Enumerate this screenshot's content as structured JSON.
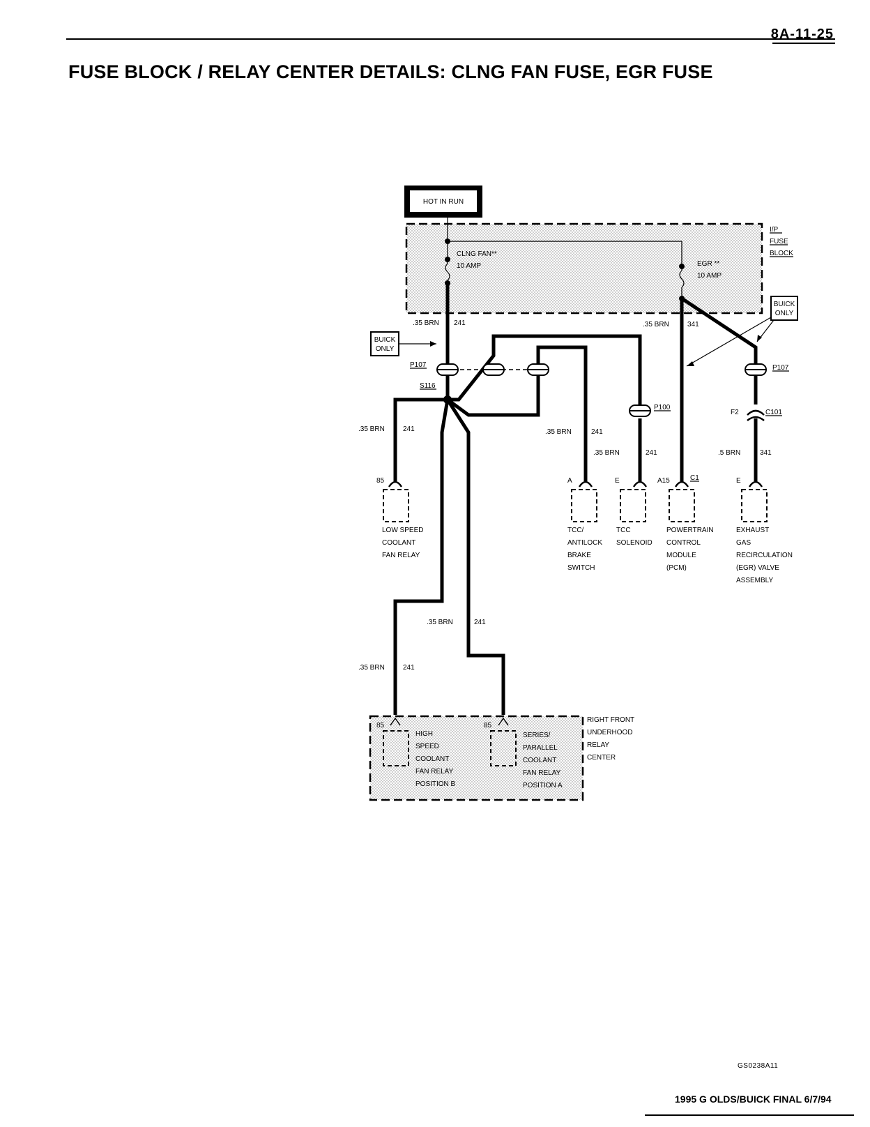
{
  "header": {
    "page_number": "8A-11-25",
    "title": "FUSE BLOCK / RELAY CENTER DETAILS:  CLNG FAN FUSE, EGR FUSE"
  },
  "diagram": {
    "power_box": "HOT IN RUN",
    "fuse_block_label": [
      "I/P",
      "FUSE",
      "BLOCK"
    ],
    "fuses": [
      {
        "name": "CLNG FAN**",
        "rating": "10 AMP"
      },
      {
        "name": "EGR **",
        "rating": "10 AMP"
      }
    ],
    "buick_only_left": [
      "BUICK",
      "ONLY"
    ],
    "buick_only_right": [
      "BUICK",
      "ONLY"
    ],
    "wires": {
      "w241": ".35 BRN",
      "c241": "241",
      "w341": ".35 BRN",
      "c341": "341",
      "w341b": ".5 BRN",
      "c341b": "341"
    },
    "connectors": {
      "p107": "P107",
      "p107_right": "P107",
      "s116": "S116",
      "p100": "P100",
      "c101": "C101",
      "f2": "F2",
      "c1": "C1"
    },
    "pins": {
      "low_speed": "85",
      "tcc_antilock": "A",
      "tcc_solenoid": "E",
      "pcm": "A15",
      "egr": "E",
      "high_speed": "85",
      "series_parallel": "85"
    },
    "components": {
      "low_speed": [
        "LOW SPEED",
        "COOLANT",
        "FAN RELAY"
      ],
      "tcc_antilock": [
        "TCC/",
        "ANTILOCK",
        "BRAKE",
        "SWITCH"
      ],
      "tcc_solenoid": [
        "TCC",
        "SOLENOID"
      ],
      "pcm": [
        "POWERTRAIN",
        "CONTROL",
        "MODULE",
        "(PCM)"
      ],
      "egr": [
        "EXHAUST",
        "GAS",
        "RECIRCULATION",
        "(EGR) VALVE",
        "ASSEMBLY"
      ],
      "high_speed": [
        "HIGH",
        "SPEED",
        "COOLANT",
        "FAN RELAY",
        "POSITION B"
      ],
      "series_parallel": [
        "SERIES/",
        "PARALLEL",
        "COOLANT",
        "FAN RELAY",
        "POSITION A"
      ]
    },
    "relay_center_label": [
      "RIGHT FRONT",
      "UNDERHOOD",
      "RELAY",
      "CENTER"
    ]
  },
  "footer": {
    "figure_code": "GS0238A11",
    "text": "1995 G OLDS/BUICK FINAL  6/7/94"
  }
}
